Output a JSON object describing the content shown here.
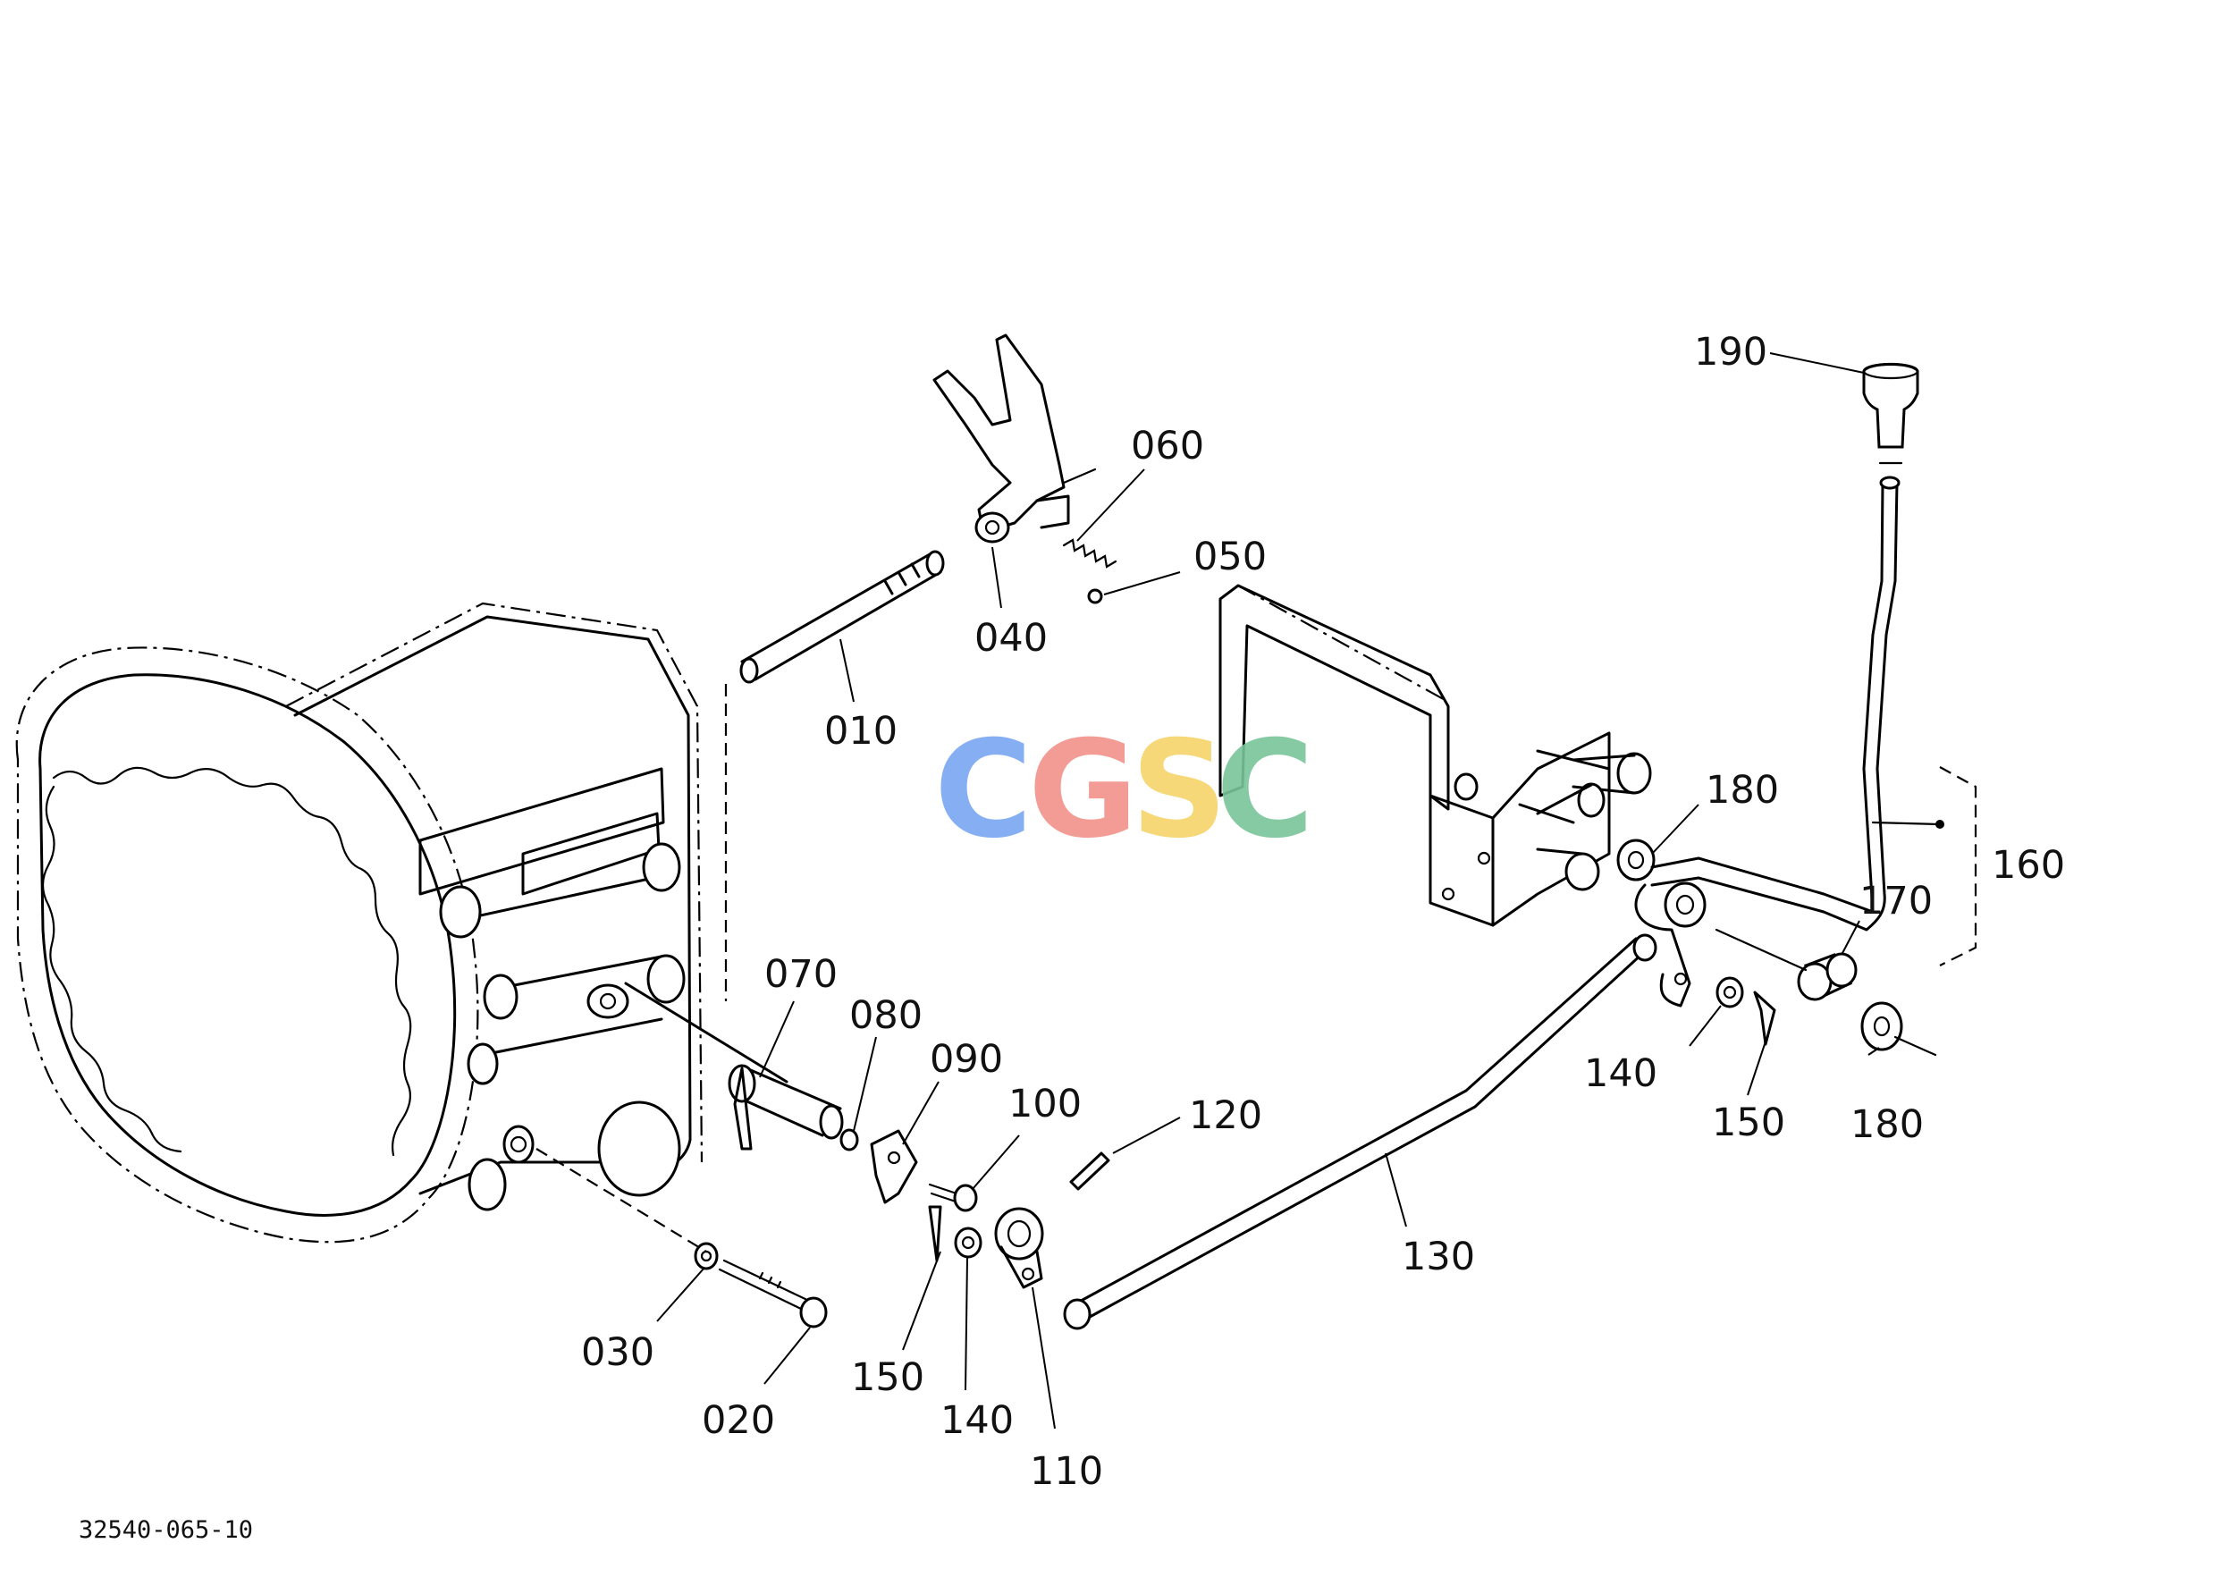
{
  "watermark": {
    "letters": [
      "C",
      "G",
      "S",
      "C"
    ],
    "colors": [
      "#7aa7f2",
      "#f2928a",
      "#f6d46a",
      "#79c59a"
    ]
  },
  "labels": {
    "p010": "010",
    "p020": "020",
    "p030": "030",
    "p040": "040",
    "p050": "050",
    "p060": "060",
    "p070": "070",
    "p080": "080",
    "p090": "090",
    "p100": "100",
    "p110": "110",
    "p120": "120",
    "p130": "130",
    "p140a": "140",
    "p140b": "140",
    "p150a": "150",
    "p150b": "150",
    "p160": "160",
    "p170": "170",
    "p180a": "180",
    "p180b": "180",
    "p190": "190"
  },
  "reference_code": "32540-065-10"
}
